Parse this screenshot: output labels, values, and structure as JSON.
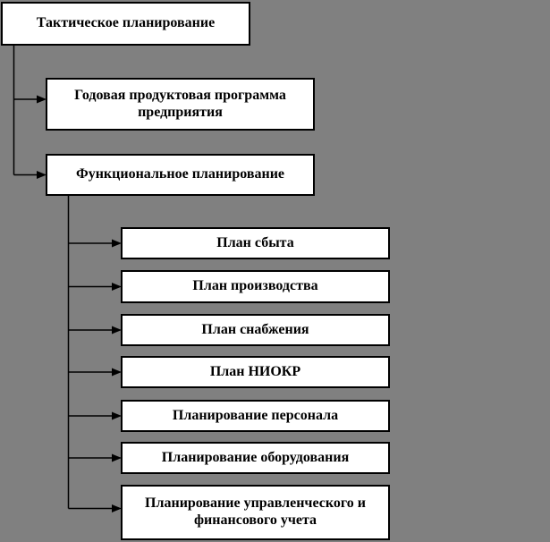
{
  "colors": {
    "background": "#808080",
    "box_fill": "#ffffff",
    "box_border": "#000000",
    "connector": "#000000",
    "text": "#000000"
  },
  "boxes": {
    "tactical": "Тактическое планирование",
    "annual_program": "Годовая продуктовая программа предприятия",
    "functional": "Функциональное планирование",
    "sales": "План сбыта",
    "production": "План производства",
    "supply": "План снабжения",
    "rnd": "План НИОКР",
    "personnel": "Планирование персонала",
    "equipment": "Планирование оборудования",
    "accounting": "Планирование управленческого и финансового учета"
  }
}
